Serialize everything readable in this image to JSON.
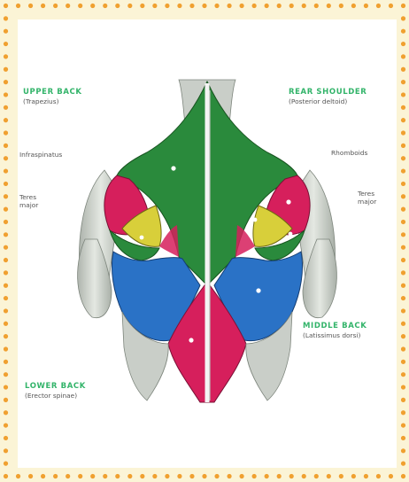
{
  "labels": {
    "upper_back": {
      "title": "UPPER BACK",
      "sub": "(Trapezius)"
    },
    "rear_shoulder": {
      "title": "REAR SHOULDER",
      "sub": "(Posterior deltoid)"
    },
    "infraspinatus": "Infraspinatus",
    "rhomboids": "Rhomboids",
    "teres_major_left": "Teres\nmajor",
    "teres_major_right": "Teres\nmajor",
    "middle_back": {
      "title": "MIDDLE BACK",
      "sub": "(Latissimus dorsi)"
    },
    "lower_back": {
      "title": "LOWER BACK",
      "sub": "(Erector spinae)"
    }
  },
  "colors": {
    "border_dots": "#f0a030",
    "background": "#fbf4d6",
    "trapezius": "#2a8a3c",
    "deltoid": "#d61f5c",
    "infraspinatus": "#d8cf3a",
    "latissimus": "#2a72c6",
    "erector": "#d61f5c",
    "arm_muscle": "#cfd4cf",
    "title_text": "#33b46a"
  }
}
